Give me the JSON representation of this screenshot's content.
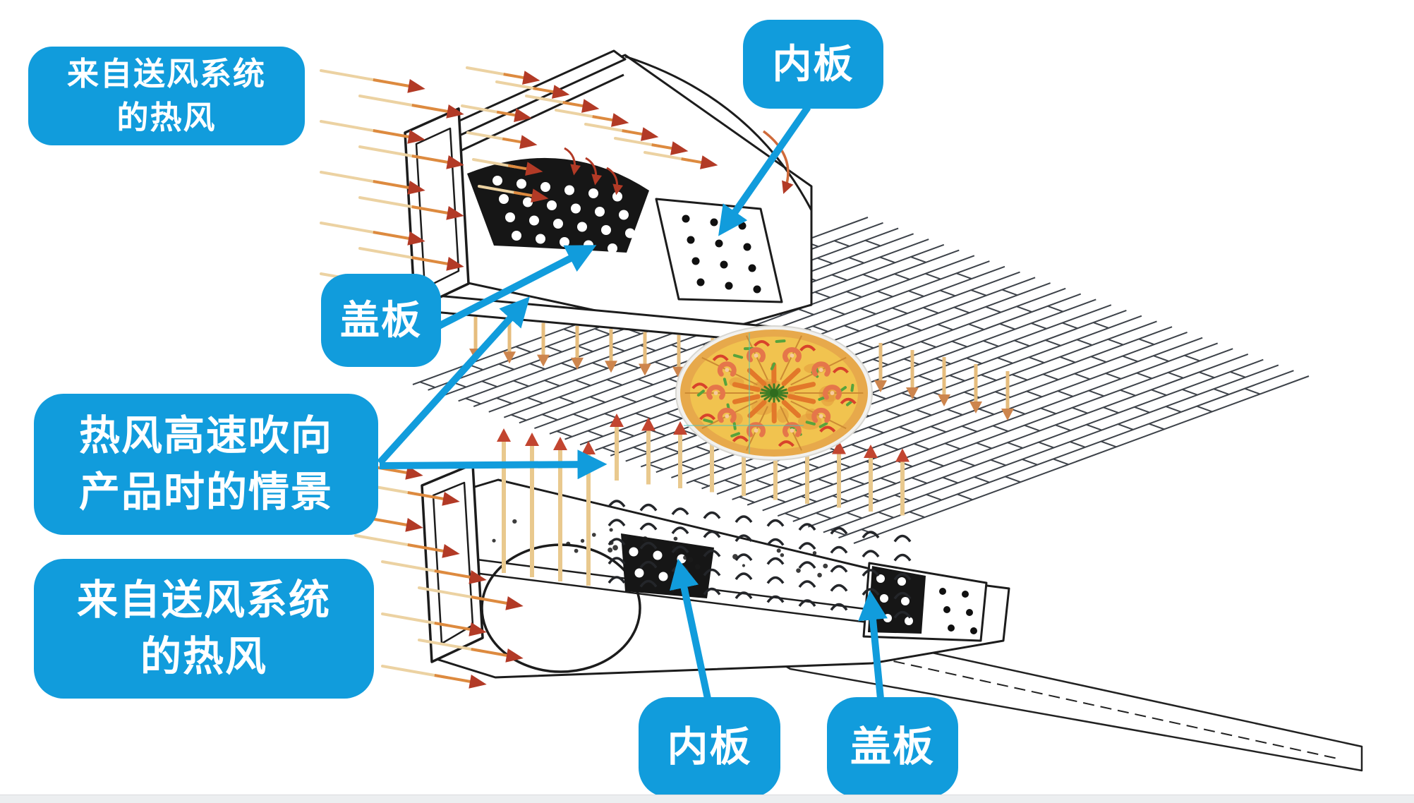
{
  "colors": {
    "accent_blue": "#119cdc",
    "hot_head": "#b23a26",
    "hot_mid": "#dd8a3f",
    "hot_tail": "#ecd2a2",
    "jet_down_shaft": "#e6bd7d",
    "jet_down_head": "#cd854d",
    "jet_up_shaft": "#e9c98e",
    "jet_up_head": "#c24530",
    "mesh_line": "#3d4249",
    "ink_line": "#1c1c1c"
  },
  "labels": {
    "supply_air_top": {
      "line1": "来自送风系统",
      "line2": "的热风"
    },
    "inner_plate_top": {
      "text": "内板"
    },
    "cover_plate_top": {
      "text": "盖板"
    },
    "impingement": {
      "line1": "热风高速吹向",
      "line2": "产品时的情景"
    },
    "supply_air_bottom": {
      "line1": "来自送风系统",
      "line2": "的热风"
    },
    "inner_plate_bottom": {
      "text": "内板"
    },
    "cover_plate_bottom": {
      "text": "盖板"
    }
  }
}
